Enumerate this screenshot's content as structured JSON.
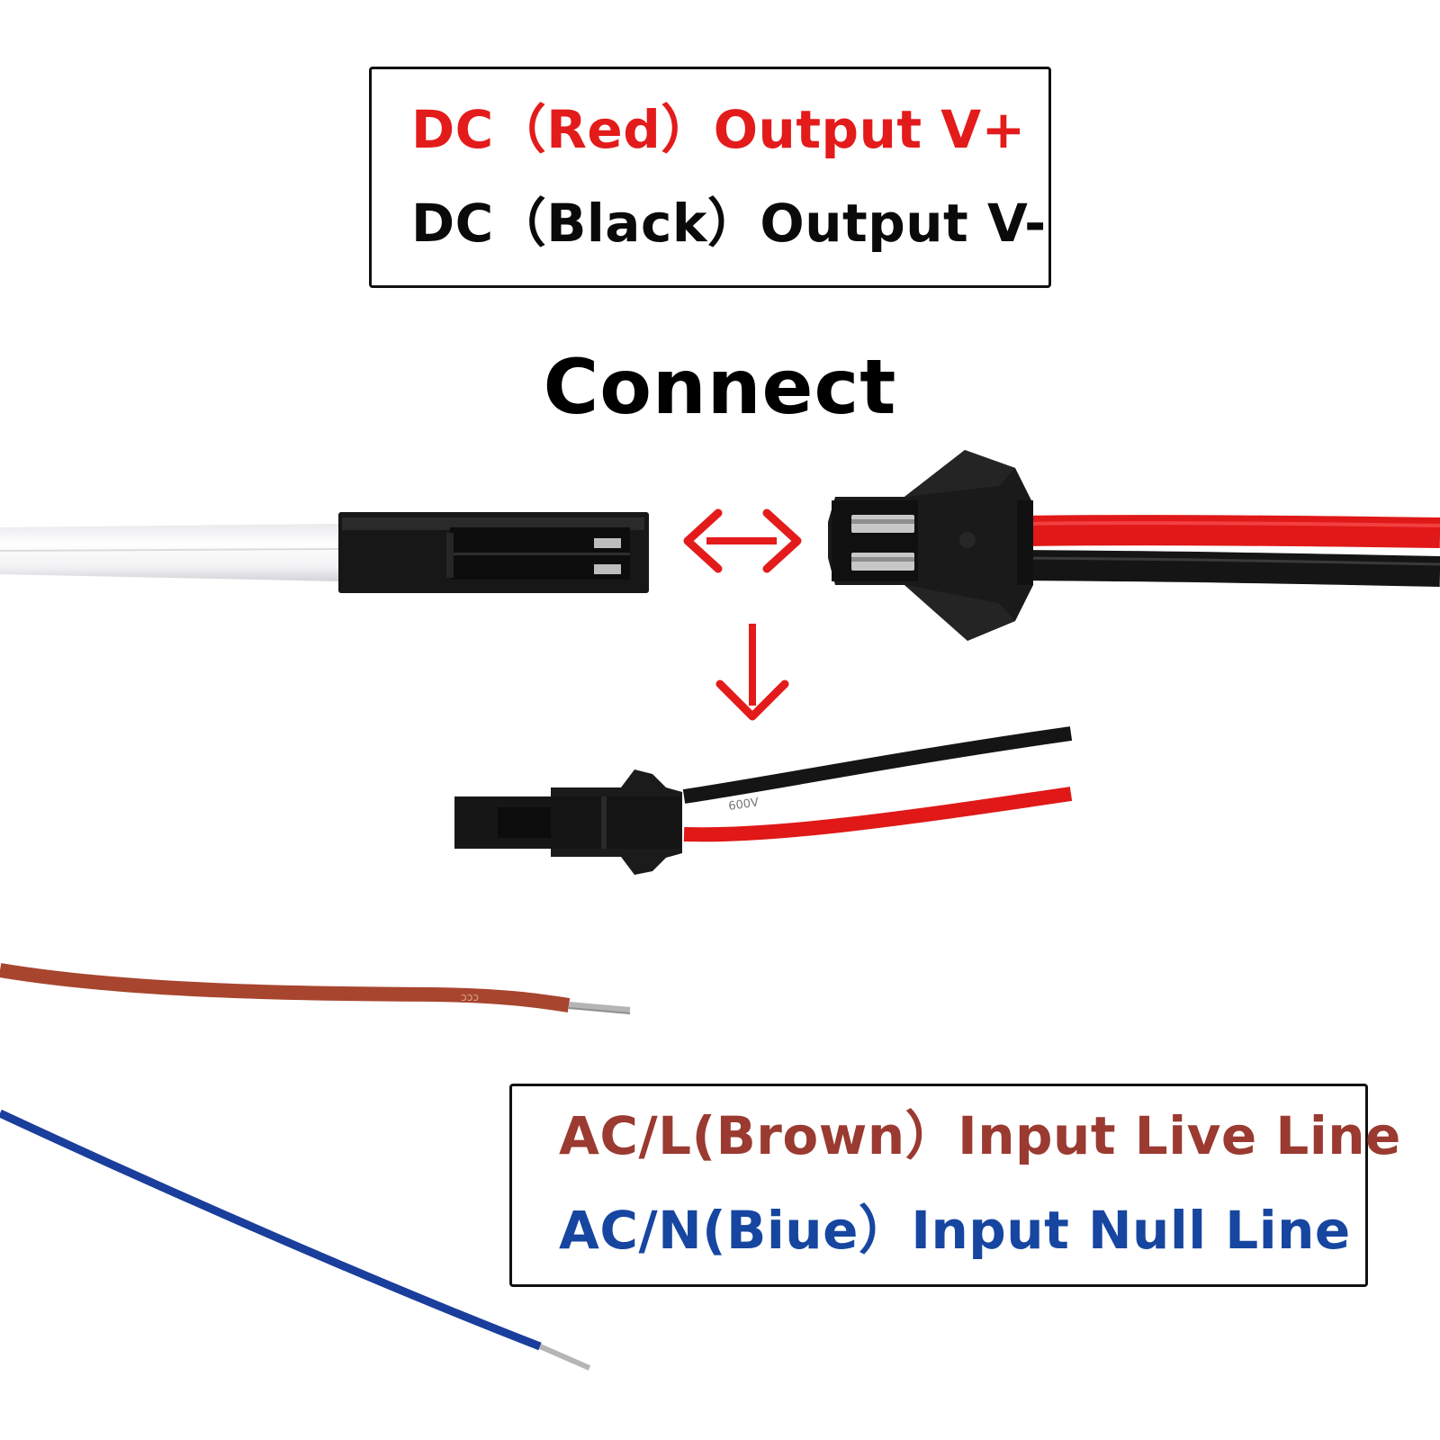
{
  "dc_labels": {
    "red_line": "DC（Red）Output V+",
    "black_line": "DC（Black）Output V-"
  },
  "connect_label": "Connect",
  "ac_labels": {
    "brown_line": "AC/L(Brown）Input Live Line",
    "blue_line": "AC/N(Biue）Input Null Line"
  },
  "colors": {
    "red_text": "#e31b1b",
    "black_text": "#0a0a0a",
    "brown_text": "#9a3a30",
    "blue_text": "#1646a0",
    "arrow_red": "#e31b1b",
    "wire_red": "#e01818",
    "wire_black": "#151515",
    "wire_brown": "#a8452f",
    "wire_blue": "#1a3e9c",
    "wire_white": "#f1f1f3",
    "connector_black": "#161616"
  },
  "wire_prints": {
    "red_black_pair": "600V",
    "brown_wire": "ccc"
  }
}
